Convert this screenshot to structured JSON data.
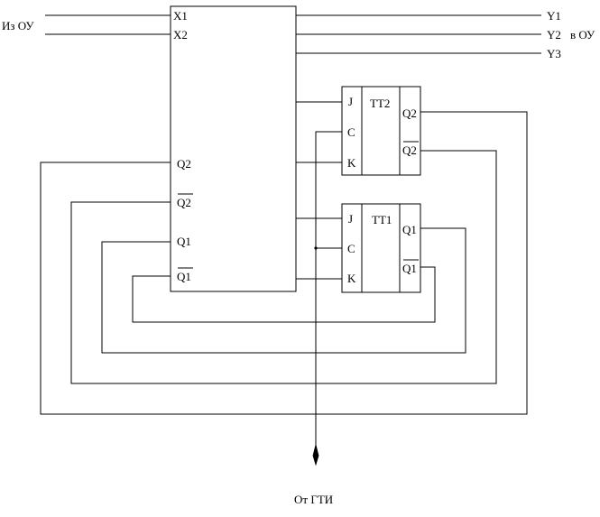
{
  "labels": {
    "input_source": "Из ОУ",
    "output_dest": "в ОУ",
    "clock_source": "От ГТИ",
    "x1": "X1",
    "x2": "X2",
    "y1": "Y1",
    "y2": "Y2",
    "y3": "Y3",
    "main_q2": "Q2",
    "main_q2_inv": "Q2",
    "main_q1": "Q1",
    "main_q1_inv": "Q1",
    "tt2": {
      "name": "TT2",
      "j": "J",
      "c": "C",
      "k": "K",
      "q": "Q2",
      "q_inv": "Q2"
    },
    "tt1": {
      "name": "TT1",
      "j": "J",
      "c": "C",
      "k": "K",
      "q": "Q1",
      "q_inv": "Q1"
    }
  }
}
